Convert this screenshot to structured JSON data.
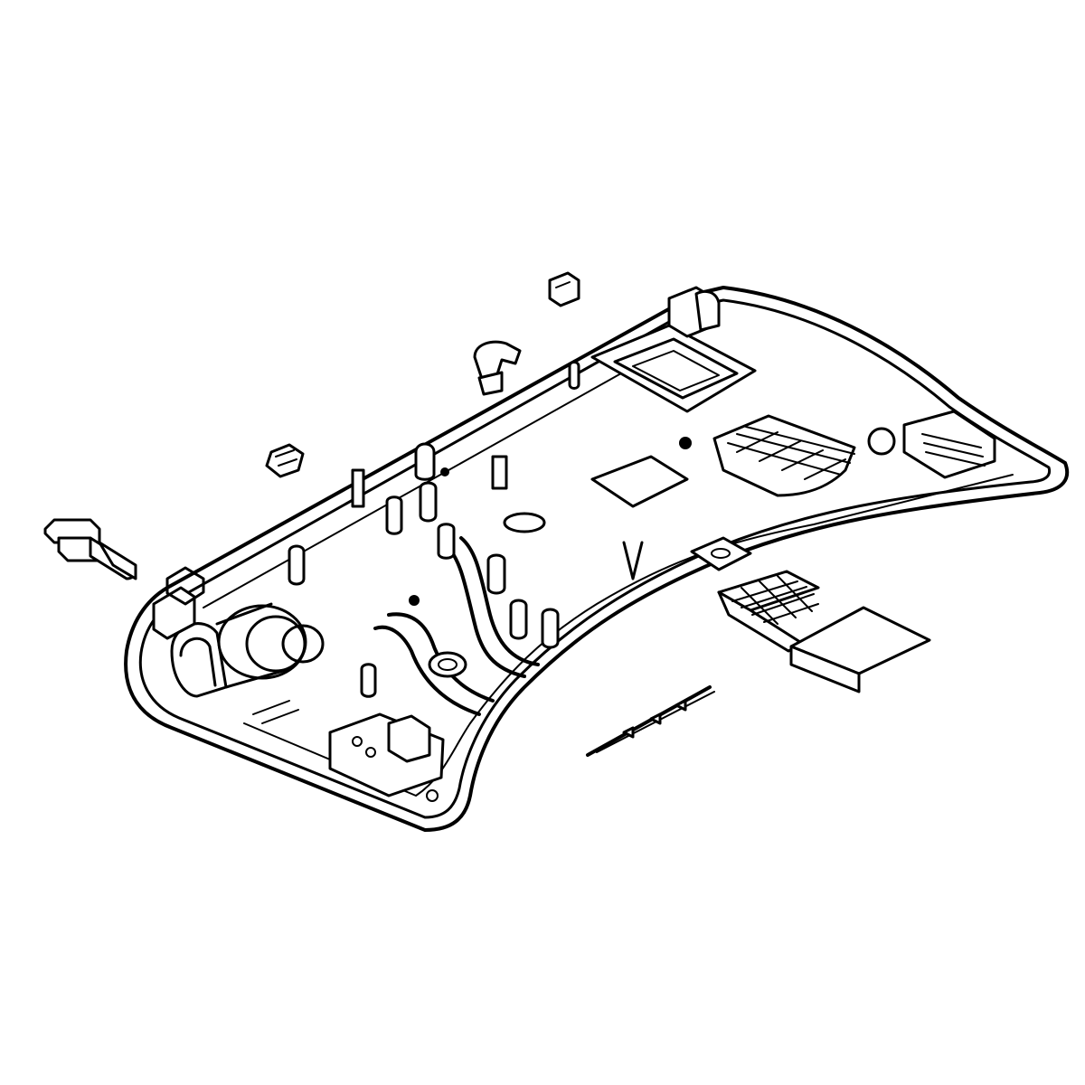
{
  "figure": {
    "background": "#ffffff",
    "line_color": "#000000",
    "parts": [
      "base-housing",
      "knob",
      "clip-small",
      "clip-hook",
      "clip-square",
      "grille-cover",
      "wire-strip"
    ]
  }
}
